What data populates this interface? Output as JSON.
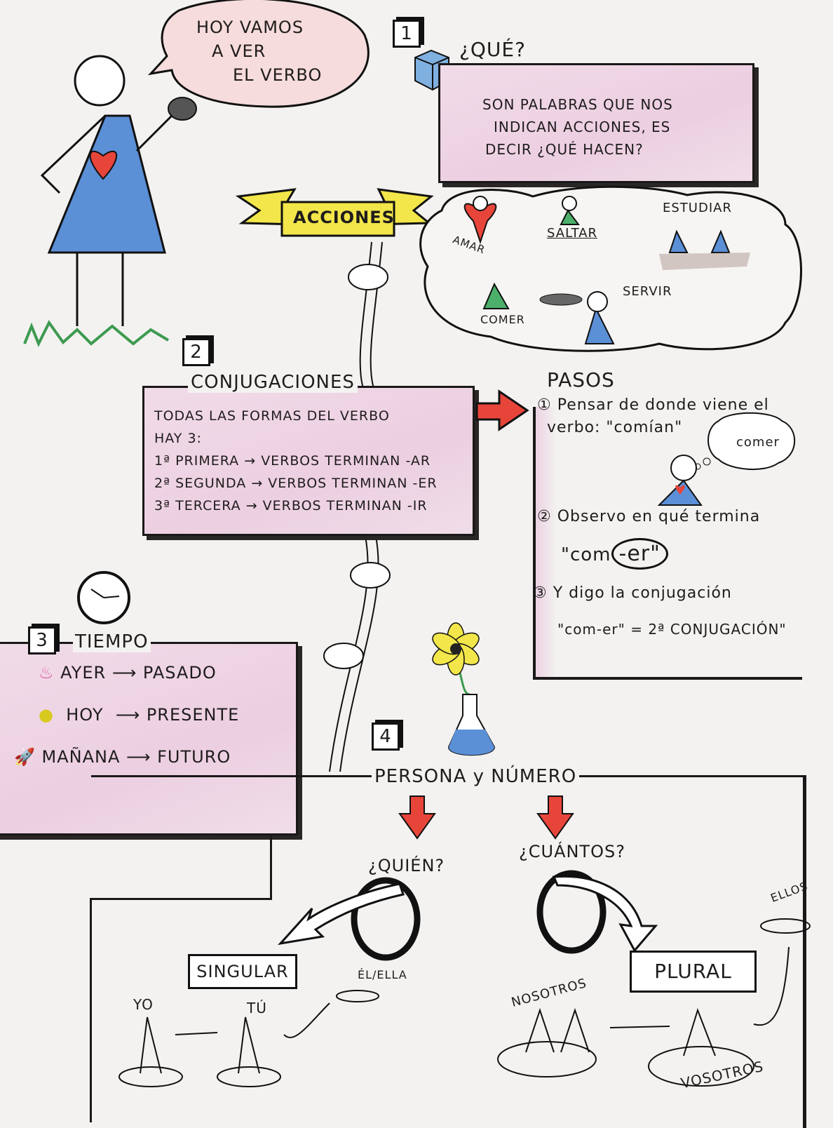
{
  "intro": {
    "speech": [
      "HOY VAMOS",
      "A VER",
      "EL VERBO"
    ]
  },
  "section1": {
    "number": "1",
    "title": "¿QUÉ?",
    "definition": [
      "SON PALABRAS QUE NOS",
      "INDICAN ACCIONES, ES",
      "DECIR ¿QUÉ HACEN?"
    ],
    "banner": "ACCIONES",
    "actions": [
      "AMAR",
      "SALTAR",
      "ESTUDIAR",
      "COMER",
      "SERVIR"
    ]
  },
  "section2": {
    "number": "2",
    "title": "CONJUGACIONES",
    "lines": [
      "TODAS LAS FORMAS DEL VERBO",
      "HAY 3:"
    ],
    "conjugations": [
      {
        "ordinal": "1ª",
        "name": "PRIMERA",
        "rule": "VERBOS TERMINAN",
        "ending": "-AR"
      },
      {
        "ordinal": "2ª",
        "name": "SEGUNDA",
        "rule": "VERBOS TERMINAN",
        "ending": "-ER"
      },
      {
        "ordinal": "3ª",
        "name": "TERCERA",
        "rule": "VERBOS TERMINAN",
        "ending": "-IR"
      }
    ]
  },
  "pasos": {
    "title": "PASOS",
    "step1": [
      "① Pensar de donde viene el",
      "verbo: \"comían\""
    ],
    "thought": "comer",
    "step2": "② Observo en qué termina",
    "step2_example_stem": "\"com",
    "step2_example_ending": "-er\"",
    "step3": "③ Y digo la conjugación",
    "step3_example": "\"com-er\" = 2ª CONJUGACIÓN\""
  },
  "section3": {
    "number": "3",
    "title": "TIEMPO",
    "rows": [
      {
        "icon": "candle",
        "word": "AYER",
        "tense": "PASADO"
      },
      {
        "icon": "lightbulb",
        "word": "HOY",
        "tense": "PRESENTE"
      },
      {
        "icon": "rocket",
        "word": "MAÑANA",
        "tense": "FUTURO"
      }
    ]
  },
  "section4": {
    "number": "4",
    "title": "PERSONA y NÚMERO",
    "who": "¿QUIÉN?",
    "how_many": "¿CUÁNTOS?",
    "singular": "SINGULAR",
    "plural": "PLURAL",
    "persons": [
      "YO",
      "TÚ",
      "ÉL/ELLA",
      "NOSOTROS",
      "VOSOTROS",
      "ELLOS"
    ]
  },
  "colors": {
    "pink": "#eccfe1",
    "blue": "#5b8fd6",
    "red": "#e8453a",
    "yellow": "#f2e64a",
    "green": "#4caf6a"
  }
}
